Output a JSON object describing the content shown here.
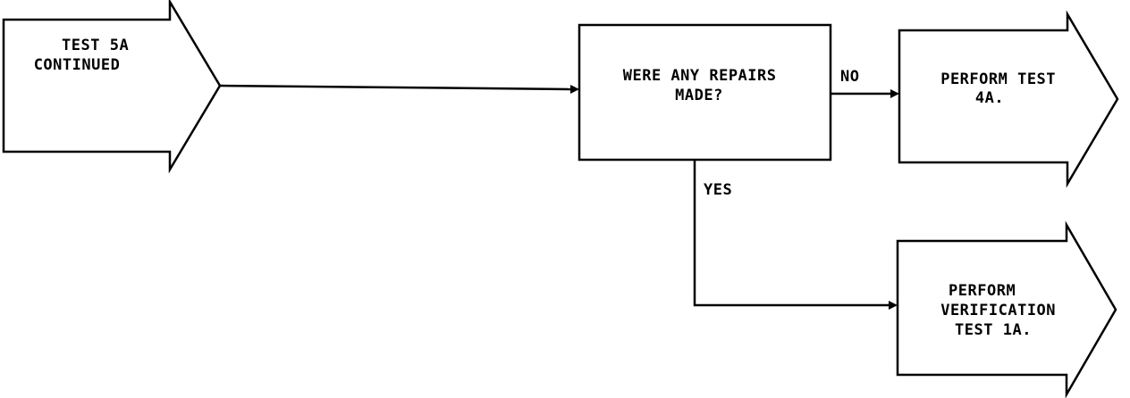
{
  "nodes": {
    "start": {
      "lines": [
        "TEST 5A",
        "CONTINUED"
      ]
    },
    "decision": {
      "lines": [
        "WERE ANY REPAIRS",
        "MADE?"
      ]
    },
    "no_target": {
      "lines": [
        "PERFORM TEST",
        "4A."
      ]
    },
    "yes_target": {
      "lines": [
        "PERFORM",
        "VERIFICATION",
        "TEST 1A."
      ]
    }
  },
  "edges": {
    "no_label": "NO",
    "yes_label": "YES"
  },
  "colors": {
    "stroke": "#000000",
    "background": "#ffffff"
  }
}
